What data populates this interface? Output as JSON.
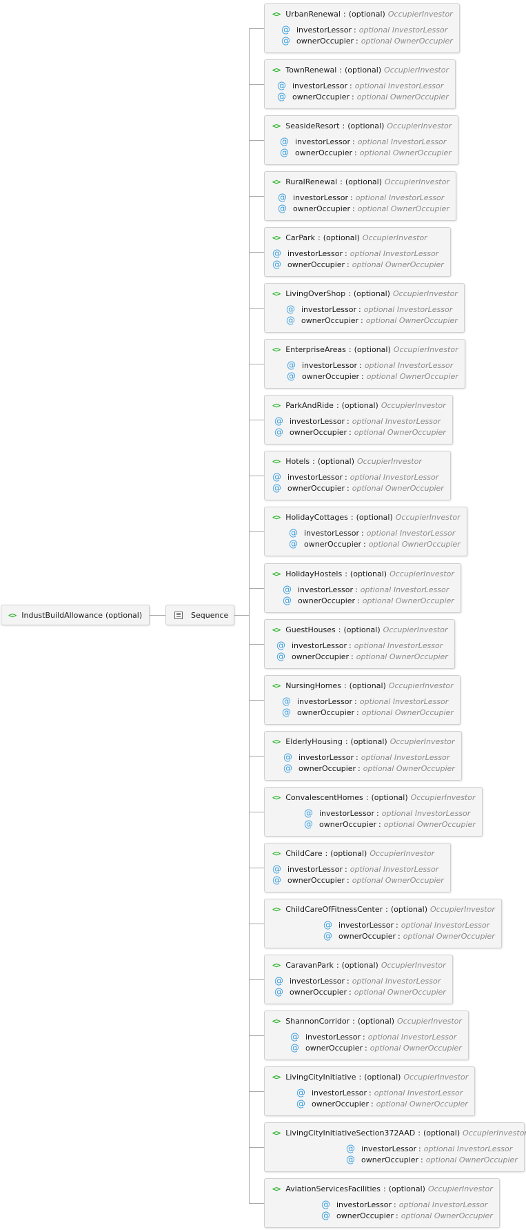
{
  "root": {
    "name": "IndustBuildAllowance",
    "cardinality": "(optional)",
    "icon": "element-icon"
  },
  "compositor": {
    "label": "Sequence",
    "icon": "sequence-icon"
  },
  "colors": {
    "element_icon": "#2fb52f",
    "attribute_icon": "#3b9fe0",
    "type_text": "#8a8a8a"
  },
  "children": [
    {
      "name": "UrbanRenewal",
      "cardinality": "(optional)",
      "type": "OccupierInvestor",
      "attributes": [
        {
          "name": "investorLessor",
          "type": "optional InvestorLessor"
        },
        {
          "name": "ownerOccupier",
          "type": "optional OwnerOccupier"
        }
      ]
    },
    {
      "name": "TownRenewal",
      "cardinality": "(optional)",
      "type": "OccupierInvestor",
      "attributes": [
        {
          "name": "investorLessor",
          "type": "optional InvestorLessor"
        },
        {
          "name": "ownerOccupier",
          "type": "optional OwnerOccupier"
        }
      ]
    },
    {
      "name": "SeasideResort",
      "cardinality": "(optional)",
      "type": "OccupierInvestor",
      "attributes": [
        {
          "name": "investorLessor",
          "type": "optional InvestorLessor"
        },
        {
          "name": "ownerOccupier",
          "type": "optional OwnerOccupier"
        }
      ]
    },
    {
      "name": "RuralRenewal",
      "cardinality": "(optional)",
      "type": "OccupierInvestor",
      "attributes": [
        {
          "name": "investorLessor",
          "type": "optional InvestorLessor"
        },
        {
          "name": "ownerOccupier",
          "type": "optional OwnerOccupier"
        }
      ]
    },
    {
      "name": "CarPark",
      "cardinality": "(optional)",
      "type": "OccupierInvestor",
      "attributes": [
        {
          "name": "investorLessor",
          "type": "optional InvestorLessor"
        },
        {
          "name": "ownerOccupier",
          "type": "optional OwnerOccupier"
        }
      ]
    },
    {
      "name": "LivingOverShop",
      "cardinality": "(optional)",
      "type": "OccupierInvestor",
      "attributes": [
        {
          "name": "investorLessor",
          "type": "optional InvestorLessor"
        },
        {
          "name": "ownerOccupier",
          "type": "optional OwnerOccupier"
        }
      ]
    },
    {
      "name": "EnterpriseAreas",
      "cardinality": "(optional)",
      "type": "OccupierInvestor",
      "attributes": [
        {
          "name": "investorLessor",
          "type": "optional InvestorLessor"
        },
        {
          "name": "ownerOccupier",
          "type": "optional OwnerOccupier"
        }
      ]
    },
    {
      "name": "ParkAndRide",
      "cardinality": "(optional)",
      "type": "OccupierInvestor",
      "attributes": [
        {
          "name": "investorLessor",
          "type": "optional InvestorLessor"
        },
        {
          "name": "ownerOccupier",
          "type": "optional OwnerOccupier"
        }
      ]
    },
    {
      "name": "Hotels",
      "cardinality": "(optional)",
      "type": "OccupierInvestor",
      "attributes": [
        {
          "name": "investorLessor",
          "type": "optional InvestorLessor"
        },
        {
          "name": "ownerOccupier",
          "type": "optional OwnerOccupier"
        }
      ]
    },
    {
      "name": "HolidayCottages",
      "cardinality": "(optional)",
      "type": "OccupierInvestor",
      "attributes": [
        {
          "name": "investorLessor",
          "type": "optional InvestorLessor"
        },
        {
          "name": "ownerOccupier",
          "type": "optional OwnerOccupier"
        }
      ]
    },
    {
      "name": "HolidayHostels",
      "cardinality": "(optional)",
      "type": "OccupierInvestor",
      "attributes": [
        {
          "name": "investorLessor",
          "type": "optional InvestorLessor"
        },
        {
          "name": "ownerOccupier",
          "type": "optional OwnerOccupier"
        }
      ]
    },
    {
      "name": "GuestHouses",
      "cardinality": "(optional)",
      "type": "OccupierInvestor",
      "attributes": [
        {
          "name": "investorLessor",
          "type": "optional InvestorLessor"
        },
        {
          "name": "ownerOccupier",
          "type": "optional OwnerOccupier"
        }
      ]
    },
    {
      "name": "NursingHomes",
      "cardinality": "(optional)",
      "type": "OccupierInvestor",
      "attributes": [
        {
          "name": "investorLessor",
          "type": "optional InvestorLessor"
        },
        {
          "name": "ownerOccupier",
          "type": "optional OwnerOccupier"
        }
      ]
    },
    {
      "name": "ElderlyHousing",
      "cardinality": "(optional)",
      "type": "OccupierInvestor",
      "attributes": [
        {
          "name": "investorLessor",
          "type": "optional InvestorLessor"
        },
        {
          "name": "ownerOccupier",
          "type": "optional OwnerOccupier"
        }
      ]
    },
    {
      "name": "ConvalescentHomes",
      "cardinality": "(optional)",
      "type": "OccupierInvestor",
      "attributes": [
        {
          "name": "investorLessor",
          "type": "optional InvestorLessor"
        },
        {
          "name": "ownerOccupier",
          "type": "optional OwnerOccupier"
        }
      ]
    },
    {
      "name": "ChildCare",
      "cardinality": "(optional)",
      "type": "OccupierInvestor",
      "attributes": [
        {
          "name": "investorLessor",
          "type": "optional InvestorLessor"
        },
        {
          "name": "ownerOccupier",
          "type": "optional OwnerOccupier"
        }
      ]
    },
    {
      "name": "ChildCareOfFitnessCenter",
      "cardinality": "(optional)",
      "type": "OccupierInvestor",
      "attributes": [
        {
          "name": "investorLessor",
          "type": "optional InvestorLessor"
        },
        {
          "name": "ownerOccupier",
          "type": "optional OwnerOccupier"
        }
      ]
    },
    {
      "name": "CaravanPark",
      "cardinality": "(optional)",
      "type": "OccupierInvestor",
      "attributes": [
        {
          "name": "investorLessor",
          "type": "optional InvestorLessor"
        },
        {
          "name": "ownerOccupier",
          "type": "optional OwnerOccupier"
        }
      ]
    },
    {
      "name": "ShannonCorridor",
      "cardinality": "(optional)",
      "type": "OccupierInvestor",
      "attributes": [
        {
          "name": "investorLessor",
          "type": "optional InvestorLessor"
        },
        {
          "name": "ownerOccupier",
          "type": "optional OwnerOccupier"
        }
      ]
    },
    {
      "name": "LivingCityInitiative",
      "cardinality": "(optional)",
      "type": "OccupierInvestor",
      "attributes": [
        {
          "name": "investorLessor",
          "type": "optional InvestorLessor"
        },
        {
          "name": "ownerOccupier",
          "type": "optional OwnerOccupier"
        }
      ]
    },
    {
      "name": "LivingCityInitiativeSection372AAD",
      "cardinality": "(optional)",
      "type": "OccupierInvestor",
      "attributes": [
        {
          "name": "investorLessor",
          "type": "optional InvestorLessor"
        },
        {
          "name": "ownerOccupier",
          "type": "optional OwnerOccupier"
        }
      ]
    },
    {
      "name": "AviationServicesFacilities",
      "cardinality": "(optional)",
      "type": "OccupierInvestor",
      "attributes": [
        {
          "name": "investorLessor",
          "type": "optional InvestorLessor"
        },
        {
          "name": "ownerOccupier",
          "type": "optional OwnerOccupier"
        }
      ]
    }
  ]
}
